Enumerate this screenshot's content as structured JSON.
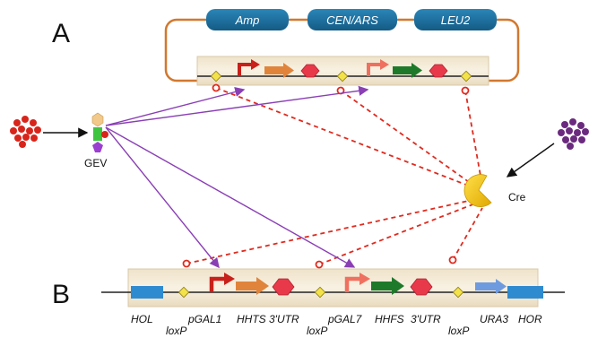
{
  "panels": {
    "a_letter": "A",
    "b_letter": "B"
  },
  "plasmid": {
    "markers": [
      "Amp",
      "CEN/ARS",
      "LEU2"
    ],
    "outline_color": "#D2782E",
    "marker_color": "#1B6E9C"
  },
  "labels": {
    "gev": "GEV",
    "cre": "Cre"
  },
  "chromosome_labels": {
    "hol": "HOL",
    "loxp_1": "loxP",
    "pgal1": "pGAL1",
    "hhts": "HHTS",
    "utr_1": "3'UTR",
    "loxp_2": "loxP",
    "pgal7": "pGAL7",
    "hhfs": "HHFS",
    "utr_2": "3'UTR",
    "loxp_3": "loxP",
    "ura3": "URA3",
    "hor": "HOR"
  },
  "colors": {
    "cassette_bg": "#F3E9D6",
    "arrow_purple": "#8A3FB5",
    "dashed_red": "#E02A1E",
    "cre_yellow": "#F5C400",
    "estradiol_red": "#D8251B",
    "cluster_purple": "#6A2A7E",
    "terminator": "#E8394A",
    "loxp_yellow": "#F4E24A",
    "homology_blue": "#2F8BD0"
  },
  "icons": [
    "estradiol-cluster",
    "gev-protein",
    "cre-pacman",
    "purple-cluster",
    "terminator-hexagon",
    "loxp-diamond",
    "promoter-arrow"
  ]
}
